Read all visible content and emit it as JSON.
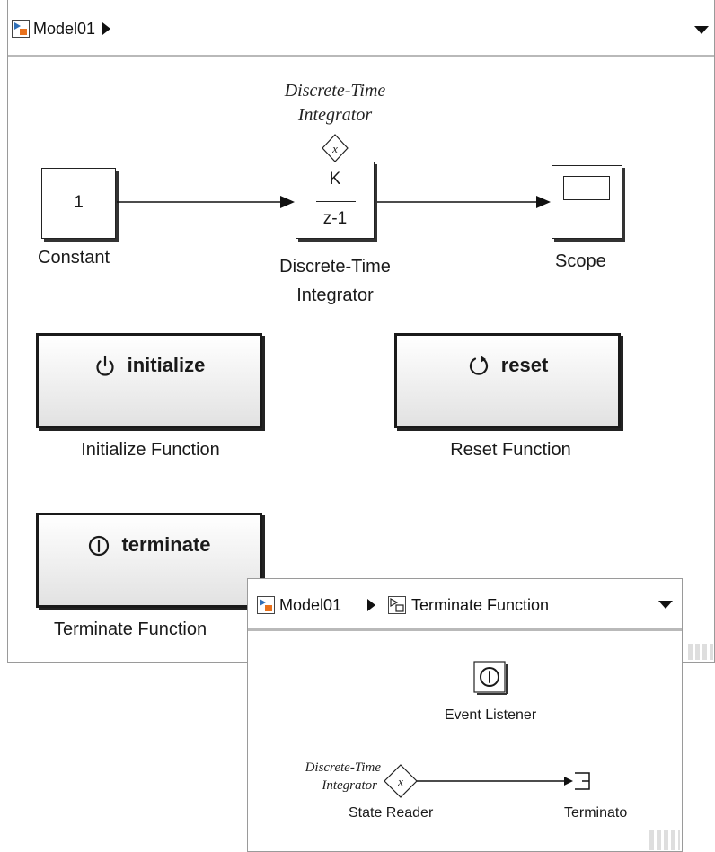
{
  "main_window": {
    "breadcrumb": {
      "model": "Model01"
    },
    "blocks": {
      "constant": {
        "value": "1",
        "label": "Constant"
      },
      "integrator": {
        "numerator": "K",
        "denominator": "z-1",
        "label_line1": "Discrete-Time",
        "label_line2": "Integrator",
        "state_name_line1": "Discrete-Time",
        "state_name_line2": "Integrator",
        "state_port": "x"
      },
      "scope": {
        "label": "Scope"
      }
    },
    "functions": {
      "initialize": {
        "title": "initialize",
        "label": "Initialize Function",
        "icon": "power-icon"
      },
      "reset": {
        "title": "reset",
        "label": "Reset Function",
        "icon": "reset-arrow-icon"
      },
      "terminate": {
        "title": "terminate",
        "label": "Terminate Function",
        "icon": "terminate-icon"
      }
    }
  },
  "sub_window": {
    "breadcrumb": {
      "model": "Model01",
      "subsystem": "Terminate Function"
    },
    "blocks": {
      "event_listener": {
        "label": "Event Listener",
        "icon": "terminate-icon"
      },
      "state_reader": {
        "label": "State Reader",
        "source_line1": "Discrete-Time",
        "source_line2": "Integrator",
        "port": "x"
      },
      "terminator": {
        "label": "Terminato"
      }
    }
  },
  "colors": {
    "frame": "#9a9a9a",
    "toolbar_rule": "#b9b9b9",
    "model_icon_blue": "#2f6fb7",
    "model_icon_orange": "#e8711c"
  }
}
